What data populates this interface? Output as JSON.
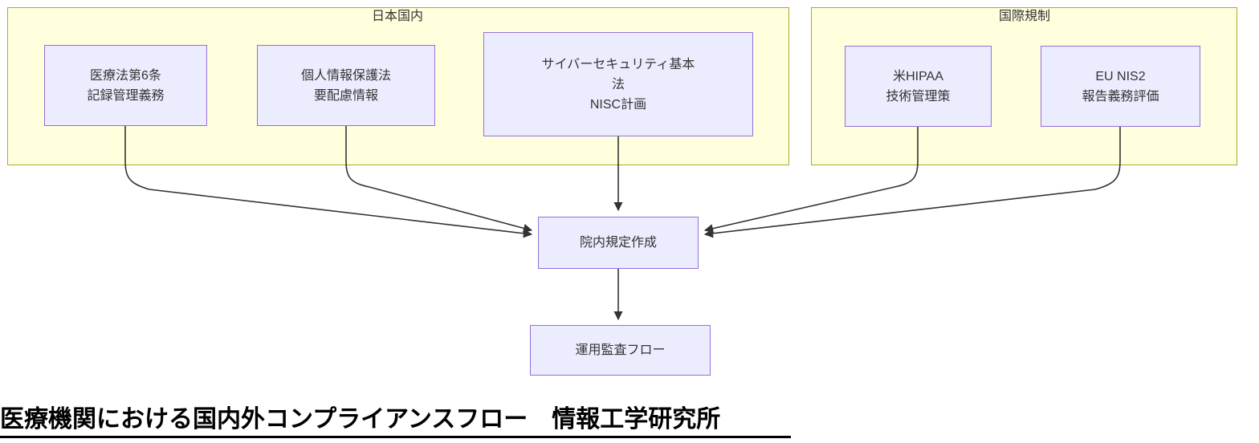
{
  "diagram": {
    "title": "医療機関における国内外コンプライアンスフロー　情報工学研究所",
    "clusters": [
      {
        "id": "domestic",
        "label": "日本国内"
      },
      {
        "id": "international",
        "label": "国際規制"
      }
    ],
    "nodes": [
      {
        "id": "n1",
        "line1": "医療法第6条",
        "line2": "記録管理義務",
        "line3": ""
      },
      {
        "id": "n2",
        "line1": "個人情報保護法",
        "line2": "要配慮情報",
        "line3": ""
      },
      {
        "id": "n3",
        "line1": "サイバーセキュリティ基本",
        "line2": "法",
        "line3": "NISC計画"
      },
      {
        "id": "n4",
        "line1": "米HIPAA",
        "line2": "技術管理策",
        "line3": ""
      },
      {
        "id": "n5",
        "line1": "EU NIS2",
        "line2": "報告義務評価",
        "line3": ""
      },
      {
        "id": "n6",
        "line1": "院内規定作成",
        "line2": "",
        "line3": ""
      },
      {
        "id": "n7",
        "line1": "運用監査フロー",
        "line2": "",
        "line3": ""
      }
    ],
    "edges": [
      {
        "from": "n1",
        "to": "n6"
      },
      {
        "from": "n2",
        "to": "n6"
      },
      {
        "from": "n3",
        "to": "n6"
      },
      {
        "from": "n4",
        "to": "n6"
      },
      {
        "from": "n5",
        "to": "n6"
      },
      {
        "from": "n6",
        "to": "n7"
      }
    ],
    "colors": {
      "cluster_fill": "#ffffde",
      "cluster_border": "#aaaa33",
      "node_fill": "#ececff",
      "node_border": "#9370db",
      "edge_stroke": "#333333",
      "text": "#333333",
      "title_text": "#000000"
    }
  }
}
